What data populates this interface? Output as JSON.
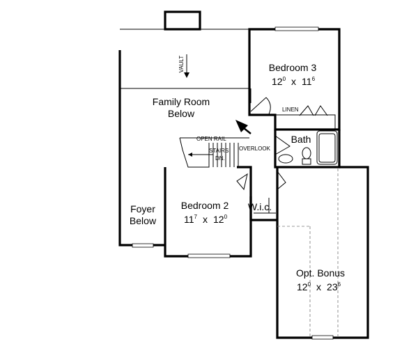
{
  "vault": "VAULT",
  "family_room": {
    "line1": "Family Room",
    "line2": "Below"
  },
  "bedroom3": {
    "name": "Bedroom 3",
    "w": "12",
    "w_sup": "0",
    "x": "x",
    "d": "11",
    "d_sup": "6"
  },
  "linen": "LINEN",
  "bath": "Bath",
  "open_rail": "OPEN RAIL",
  "stairs": "STAIRS",
  "stairs_dn": "DN.",
  "overlook": "OVERLOOK",
  "bedroom2": {
    "name": "Bedroom 2",
    "w": "11",
    "w_sup": "7",
    "x": "x",
    "d": "12",
    "d_sup": "0"
  },
  "wic": "W.i.c.",
  "foyer": {
    "line1": "Foyer",
    "line2": "Below"
  },
  "bonus": {
    "name": "Opt. Bonus",
    "w": "12",
    "w_sup": "0",
    "x": "x",
    "d": "23",
    "d_sup": "6"
  }
}
